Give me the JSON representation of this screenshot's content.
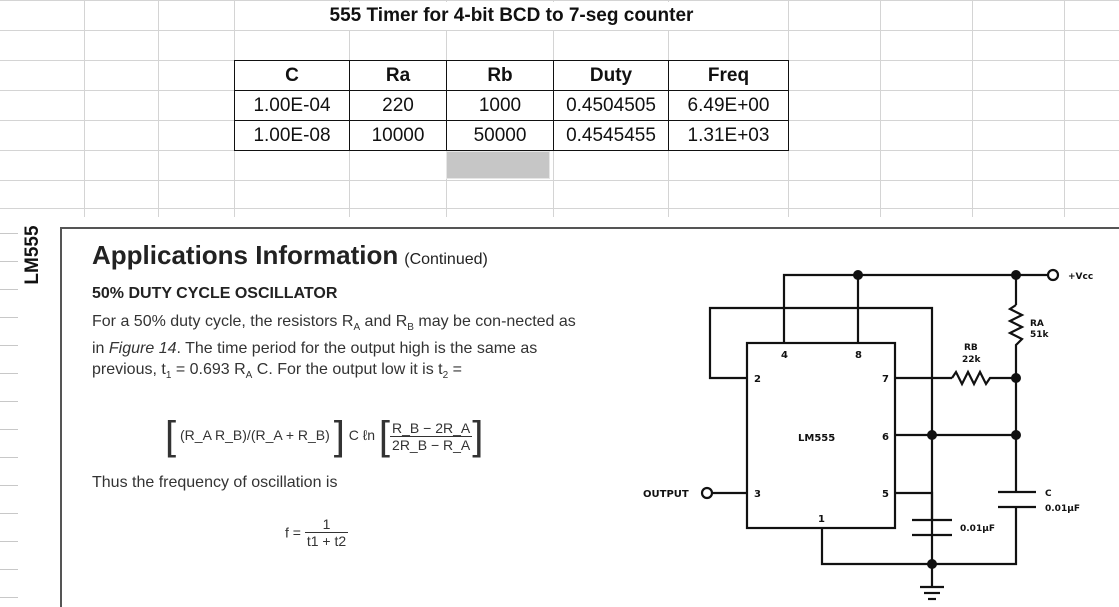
{
  "spreadsheet": {
    "title": "555 Timer for 4-bit BCD to 7-seg counter",
    "columns": [
      "C",
      "Ra",
      "Rb",
      "Duty",
      "Freq"
    ],
    "rows": [
      [
        "1.00E-04",
        "220",
        "1000",
        "0.4504505",
        "6.49E+00"
      ],
      [
        "1.00E-08",
        "10000",
        "50000",
        "0.4545455",
        "1.31E+03"
      ]
    ],
    "selected_cell_color": "#c6c6c6"
  },
  "datasheet": {
    "side_label": "LM555",
    "heading": "Applications Information",
    "heading_suffix": "(Continued)",
    "subheading": "50% DUTY CYCLE OSCILLATOR",
    "paragraph": {
      "p1": "For a 50% duty cycle, the resistors R",
      "s1": "A",
      "p2": " and R",
      "s2": "B",
      "p3": " may be con-nected as in ",
      "fig": "Figure 14",
      "p4": ". The time period for the output high is the same as previous, t",
      "s3": "1",
      "p5": " = 0.693 R",
      "s4": "A",
      "p6": " C. For the output low it is t",
      "s5": "2",
      "p7": " ="
    },
    "equation_t2": {
      "left": "(R_A R_B)/(R_A + R_B)",
      "mid": "C ℓn",
      "num": "R_B − 2R_A",
      "den": "2R_B − R_A"
    },
    "thus_text": "Thus the frequency of oscillation is",
    "equation_f": {
      "lhs": "f =",
      "num": "1",
      "den": "t1 + t2"
    },
    "circuit": {
      "chip_label": "LM555",
      "pins": {
        "p4": "4",
        "p8": "8",
        "p2": "2",
        "p7": "7",
        "p6": "6",
        "p3": "3",
        "p5": "5",
        "p1": "1"
      },
      "vcc_label": "+Vcc",
      "output_label": "OUTPUT",
      "ra_label": "RA",
      "ra_value": "51k",
      "rb_label": "RB",
      "rb_value": "22k",
      "c_label": "C",
      "c_value": "0.01μF",
      "ctrl_cap_value": "0.01μF"
    }
  }
}
